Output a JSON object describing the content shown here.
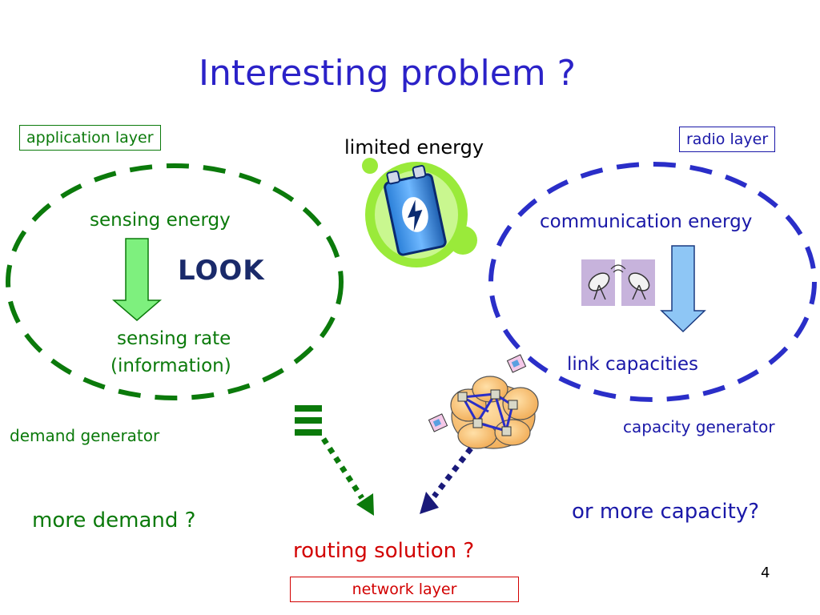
{
  "title": "Interesting problem ?",
  "labels": {
    "application_layer": "application layer",
    "radio_layer": "radio layer",
    "network_layer": "network layer",
    "limited_energy": "limited energy",
    "sensing_energy": "sensing energy",
    "sensing_rate": "sensing rate",
    "information": "(information)",
    "communication_energy": "communication energy",
    "link_capacities": "link capacities",
    "demand_generator": "demand generator",
    "capacity_generator": "capacity generator",
    "more_demand": "more demand ?",
    "more_capacity": "or more capacity?",
    "routing_solution": "routing solution ?",
    "equiv_symbol": "≡",
    "slide_number": "4",
    "look_logo": "LOOK"
  },
  "colors": {
    "application": "#0b7a0b",
    "radio": "#2a2ec8",
    "network": "#d20000",
    "title": "#2b22c8",
    "battery_glow": "#9aea3a",
    "green_arrow": "#7ef07e",
    "blue_arrow": "#8ec6f5"
  }
}
